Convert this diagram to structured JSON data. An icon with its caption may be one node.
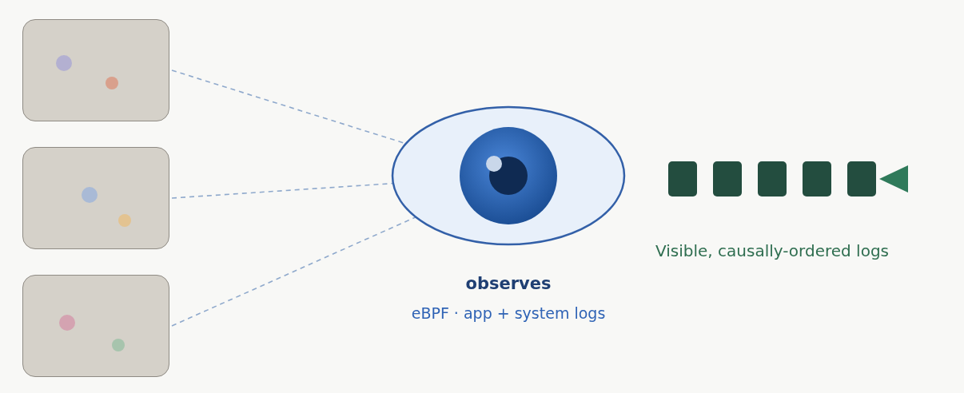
{
  "diagram": {
    "nodes": [
      {
        "text": [],
        "shape": "box"
      },
      {
        "text": [],
        "shape": "box"
      },
      {
        "text": [],
        "shape": "box"
      },
      {
        "text": [],
        "shape": "picture",
        "beside": [
          "observes",
          "eBPF · app + system logs"
        ]
      }
    ],
    "edges": [
      {
        "from": 0,
        "to": 3,
        "arrow": "none",
        "style": "dashed"
      },
      {
        "from": 1,
        "to": 3,
        "arrow": "none",
        "style": "dashed"
      },
      {
        "from": 2,
        "to": 3,
        "arrow": "none",
        "style": "dashed"
      }
    ],
    "labels": [
      "Visible, causally-ordered logs"
    ]
  }
}
